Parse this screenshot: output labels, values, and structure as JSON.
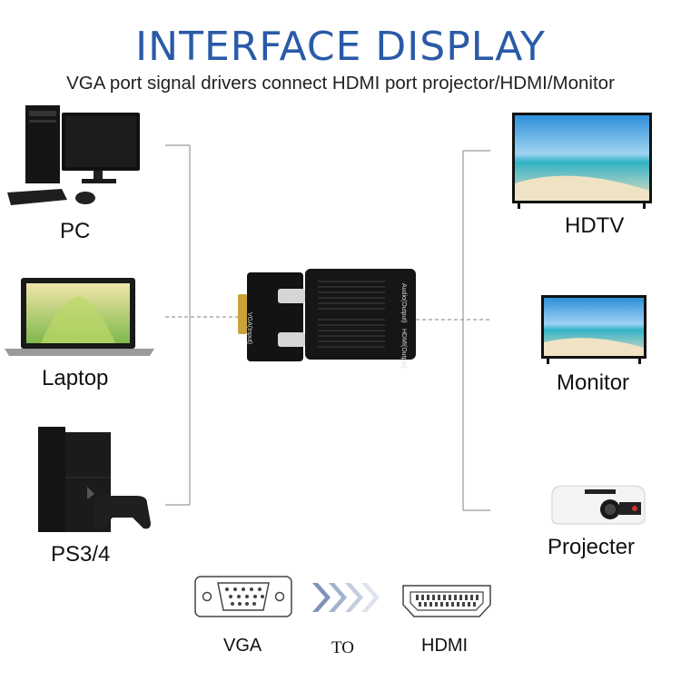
{
  "title": "INTERFACE DISPLAY",
  "subtitle": "VGA port signal drivers connect HDMI port projector/HDMI/Monitor",
  "sources": [
    {
      "label": "PC",
      "icon": "desktop-pc-icon"
    },
    {
      "label": "Laptop",
      "icon": "laptop-icon"
    },
    {
      "label": "PS3/4",
      "icon": "game-console-icon"
    }
  ],
  "outputs": [
    {
      "label": "HDTV",
      "icon": "hdtv-icon"
    },
    {
      "label": "Monitor",
      "icon": "monitor-icon"
    },
    {
      "label": "Projecter",
      "icon": "projector-icon"
    }
  ],
  "adapter": {
    "vga_port_text": "VGA(Input)",
    "audio_port_text": "Audio(Output)",
    "hdmi_port_text": "HDMI(Output)"
  },
  "connectors": {
    "vga_label": "VGA",
    "to_label": "TO",
    "hdmi_label": "HDMI"
  },
  "colors": {
    "title": "#2a5aa8",
    "lines": "#9a9a9a",
    "arrows": "#7f93b8"
  }
}
